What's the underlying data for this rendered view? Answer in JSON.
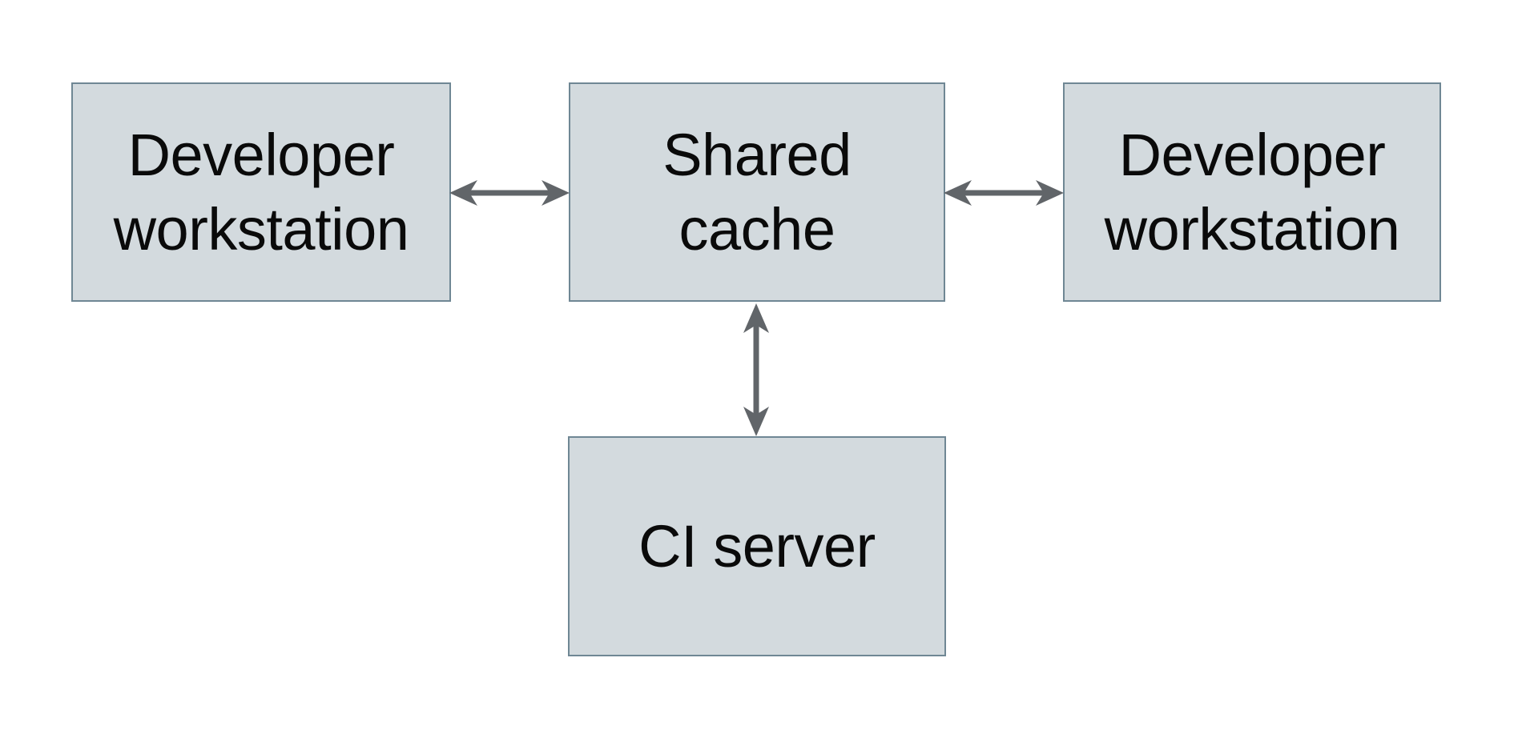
{
  "diagram": {
    "nodes": [
      {
        "id": "developer-workstation-left",
        "label": "Developer\nworkstation"
      },
      {
        "id": "shared-cache",
        "label": "Shared\ncache"
      },
      {
        "id": "developer-workstation-right",
        "label": "Developer\nworkstation"
      },
      {
        "id": "ci-server",
        "label": "CI server"
      }
    ],
    "edges": [
      {
        "from": "developer-workstation-left",
        "to": "shared-cache",
        "direction": "bidirectional",
        "orientation": "horizontal"
      },
      {
        "from": "shared-cache",
        "to": "developer-workstation-right",
        "direction": "bidirectional",
        "orientation": "horizontal"
      },
      {
        "from": "shared-cache",
        "to": "ci-server",
        "direction": "bidirectional",
        "orientation": "vertical"
      }
    ]
  },
  "colors": {
    "background": "#ffffff",
    "node_fill": "#d3dade",
    "node_border": "#6f8794",
    "node_text": "#0a0a0a",
    "edge": "#616569"
  }
}
